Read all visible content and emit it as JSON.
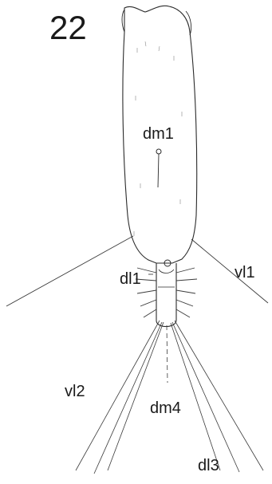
{
  "figure": {
    "number": "22",
    "labels": {
      "dm1": "dm1",
      "dl1": "dl1",
      "vl1": "vl1",
      "vl2": "vl2",
      "dm4": "dm4",
      "dl3": "dl3"
    }
  }
}
